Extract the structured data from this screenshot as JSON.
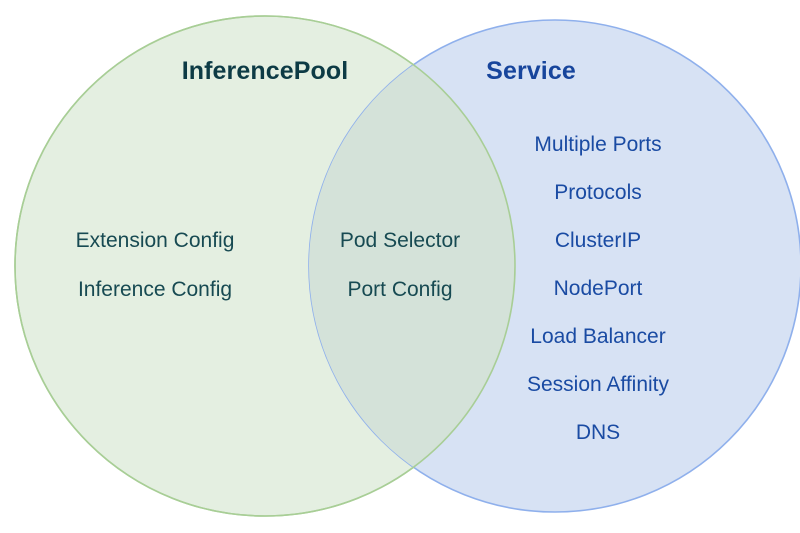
{
  "diagram": {
    "type": "venn",
    "background_color": "#ffffff",
    "left_set": {
      "title": "InferencePool",
      "title_color": "#0d3b45",
      "fill_color": "#e4efe1",
      "stroke_color": "#a8ce96",
      "items": [
        "Extension Config",
        "Inference Config"
      ],
      "item_color": "#174a52"
    },
    "right_set": {
      "title": "Service",
      "title_color": "#17459c",
      "fill_color": "#d7e2f4",
      "stroke_color": "#8fb0ec",
      "items": [
        "Multiple Ports",
        "Protocols",
        "ClusterIP",
        "NodePort",
        "Load Balancer",
        "Session Affinity",
        "DNS"
      ],
      "item_color": "#1a4ba3"
    },
    "intersection": {
      "fill_color": "#d7e4da",
      "items": [
        "Pod Selector",
        "Port Config"
      ],
      "item_color": "#174a52"
    }
  }
}
